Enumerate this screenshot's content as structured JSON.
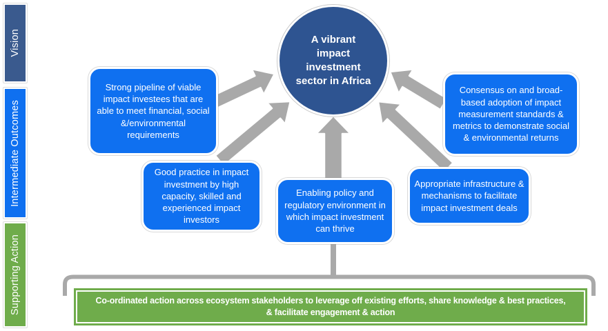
{
  "diagram": {
    "title_context": "Impact investment ecosystem framework",
    "colors": {
      "navy": "#2E5491",
      "sidebar_navy": "#3A5A8E",
      "bright_blue": "#0F70F0",
      "green": "#6FAC4B",
      "arrow_gray": "#A9A9A9",
      "text": "#FFFFFF",
      "background": "#FFFFFF"
    },
    "sidebar": {
      "items": [
        {
          "label": "Vision"
        },
        {
          "label": "Intermediate Outcomes"
        },
        {
          "label": "Supporting Action"
        }
      ]
    },
    "vision": {
      "full_text": "A vibrant impact investment sector in Africa",
      "lines": [
        "A vibrant",
        "impact",
        "investment",
        "sector in Africa"
      ]
    },
    "outcomes": [
      {
        "id": "strong-pipeline",
        "label": "Strong pipeline of viable impact investees that are able to meet financial, social &/environmental requirements"
      },
      {
        "id": "good-practice",
        "label": "Good practice in impact investment by high capacity, skilled and experienced impact investors"
      },
      {
        "id": "enabling-policy",
        "label": "Enabling policy and regulatory environment in which impact investment can thrive"
      },
      {
        "id": "infrastructure",
        "label": "Appropriate infrastructure & mechanisms to facilitate impact investment deals"
      },
      {
        "id": "consensus",
        "label": "Consensus on and broad-based adoption of impact measurement standards & metrics to demonstrate social & environmental returns"
      }
    ],
    "supporting_action": {
      "full_text": "Co-ordinated action across ecosystem stakeholders to leverage off existing efforts, share knowledge & best practices, & facilitate engagement & action",
      "line1": "Co-ordinated action across ecosystem stakeholders to leverage off existing efforts, share knowledge & best practices,",
      "line2": "& facilitate engagement & action"
    }
  }
}
